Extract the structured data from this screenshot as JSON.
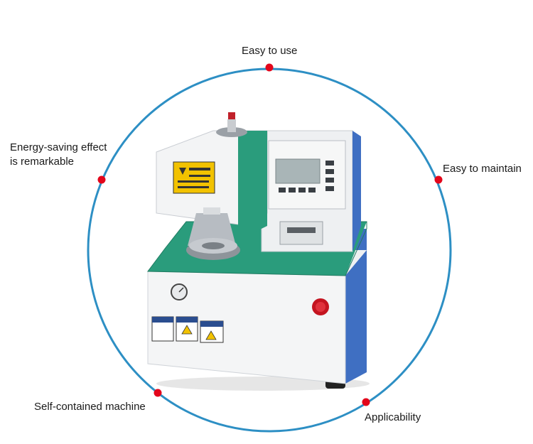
{
  "features": {
    "top": "Easy to use",
    "left_top_line1": "Energy-saving effect",
    "left_top_line2": "is remarkable",
    "right": "Easy to maintain",
    "left_bottom": "Self-contained machine",
    "right_bottom": "Applicability"
  },
  "colors": {
    "ring": "#2d8fc4",
    "dot": "#e3061b",
    "machine_body": "#f1f2f3",
    "machine_deck": "#2a9c7c",
    "machine_side": "#3f6fc2",
    "warning": "#f2c200"
  }
}
